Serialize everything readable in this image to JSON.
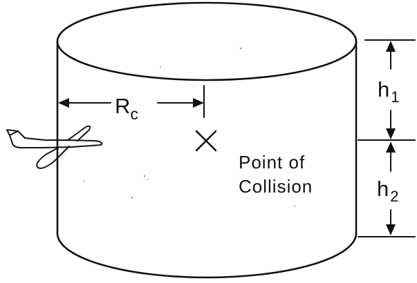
{
  "labels": {
    "radius": "R",
    "radius_sub": "c",
    "collision_line1": "Point of",
    "collision_line2": "Collision",
    "h1": "h",
    "h1_sub": "1",
    "h2": "h",
    "h2_sub": "2"
  },
  "colors": {
    "ink": "#111111",
    "background": "#ffffff"
  },
  "icons": {
    "airplane": "airplane-icon",
    "collision_marker": "x-mark"
  }
}
